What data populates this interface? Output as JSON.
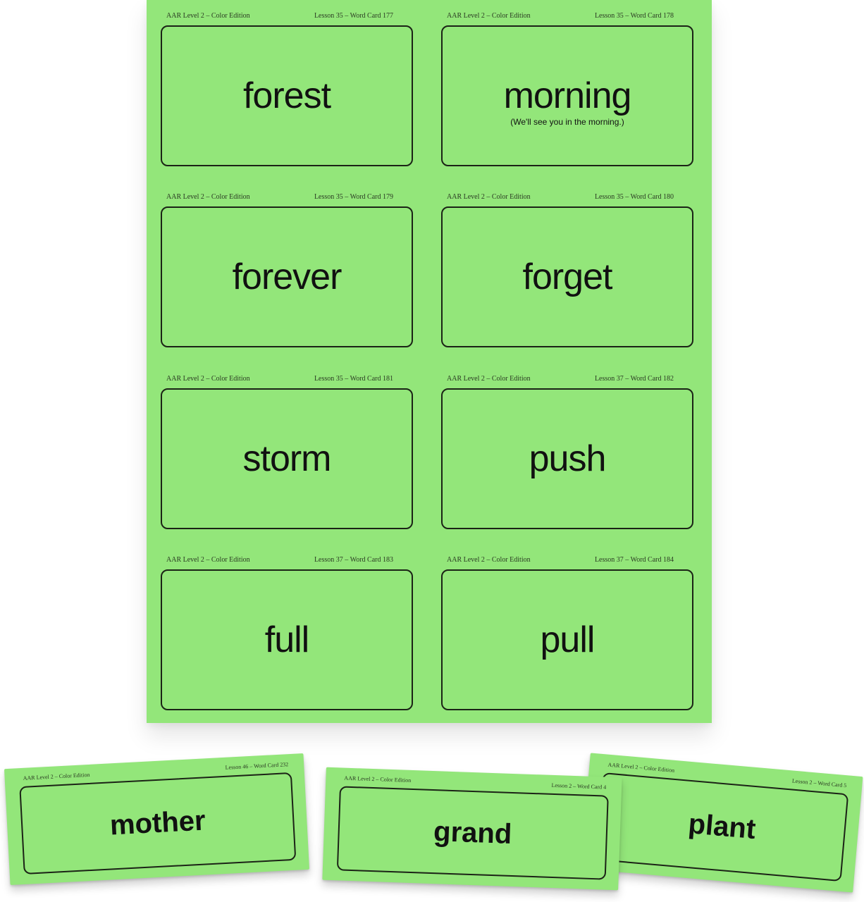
{
  "sheet_cards": [
    {
      "edition": "AAR Level 2 – Color Edition",
      "lesson": "Lesson 35 – Word Card 177",
      "word": "forest",
      "subtext": ""
    },
    {
      "edition": "AAR Level 2 – Color Edition",
      "lesson": "Lesson 35 – Word Card 178",
      "word": "morning",
      "subtext": "(We'll see you in the morning.)"
    },
    {
      "edition": "AAR Level 2 – Color Edition",
      "lesson": "Lesson 35 – Word Card 179",
      "word": "forever",
      "subtext": ""
    },
    {
      "edition": "AAR Level 2 – Color Edition",
      "lesson": "Lesson 35 – Word Card 180",
      "word": "forget",
      "subtext": ""
    },
    {
      "edition": "AAR Level 2 – Color Edition",
      "lesson": "Lesson 35 – Word Card 181",
      "word": "storm",
      "subtext": ""
    },
    {
      "edition": "AAR Level 2 – Color Edition",
      "lesson": "Lesson 37 – Word Card 182",
      "word": "push",
      "subtext": ""
    },
    {
      "edition": "AAR Level 2 – Color Edition",
      "lesson": "Lesson 37 – Word Card 183",
      "word": "full",
      "subtext": ""
    },
    {
      "edition": "AAR Level 2 – Color Edition",
      "lesson": "Lesson 37 – Word Card 184",
      "word": "pull",
      "subtext": ""
    }
  ],
  "loose_cards": [
    {
      "edition": "AAR Level 2 – Color Edition",
      "lesson": "Lesson 46 – Word Card 232",
      "word": "mother"
    },
    {
      "edition": "AAR Level 2 – Color Edition",
      "lesson": "Lesson 2 – Word Card 4",
      "word": "grand"
    },
    {
      "edition": "AAR Level 2 – Color Edition",
      "lesson": "Lesson 2 – Word Card 5",
      "word": "plant"
    }
  ],
  "colors": {
    "card_green": "#93e67a",
    "border": "#1b2316",
    "text": "#111111"
  }
}
